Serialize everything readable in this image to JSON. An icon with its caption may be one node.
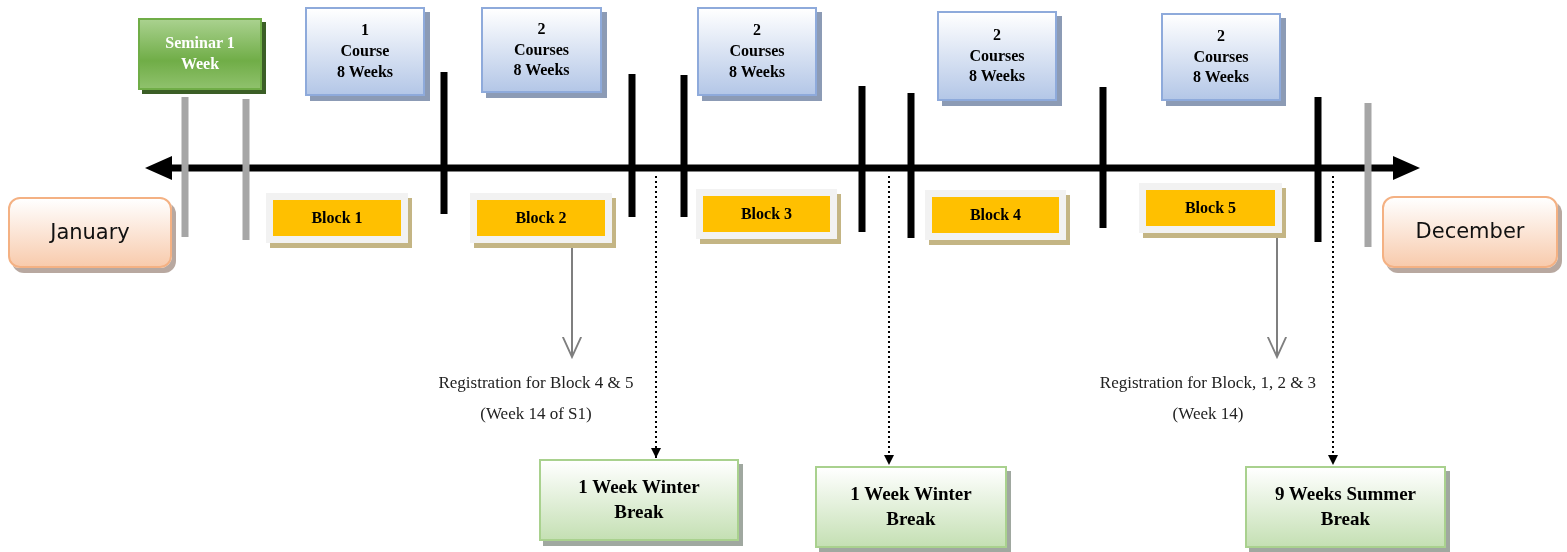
{
  "diagram": {
    "nodes": [
      {
        "text": [
          "January"
        ]
      },
      {
        "text": [
          "December"
        ]
      },
      {
        "text": [
          "Seminar 1 Week"
        ]
      },
      {
        "text": [
          "1 Course 8 Weeks"
        ]
      },
      {
        "text": [
          "2 Courses 8 Weeks"
        ]
      },
      {
        "text": [
          "2 Courses 8 Weeks"
        ]
      },
      {
        "text": [
          "2 Courses 8 Weeks"
        ]
      },
      {
        "text": [
          "2 Courses 8 Weeks"
        ]
      },
      {
        "text": [
          "Block 1"
        ]
      },
      {
        "text": [
          "Block 2"
        ]
      },
      {
        "text": [
          "Block 3"
        ]
      },
      {
        "text": [
          "Block 4"
        ]
      },
      {
        "text": [
          "Block 5"
        ]
      },
      {
        "text": [
          "Registration for Block 4 & 5",
          "(Week 14 of S1)"
        ]
      },
      {
        "text": [
          "1 Week Winter Break"
        ]
      },
      {
        "text": [
          "1 Week Winter Break"
        ]
      },
      {
        "text": [
          "Registration for Block, 1, 2 & 3",
          "(Week 14)"
        ]
      },
      {
        "text": [
          "9 Weeks Summer Break"
        ]
      }
    ],
    "edges": [
      {
        "from": 9,
        "to": 13,
        "arrow": "to",
        "color": "#7f7f7f"
      },
      {
        "from": null,
        "to": 14,
        "arrow": "to",
        "style": "dashed"
      },
      {
        "from": null,
        "to": 15,
        "arrow": "to",
        "style": "dashed"
      },
      {
        "from": 12,
        "to": 16,
        "arrow": "to",
        "color": "#7f7f7f"
      },
      {
        "from": null,
        "to": 17,
        "arrow": "to",
        "style": "dashed"
      }
    ]
  }
}
